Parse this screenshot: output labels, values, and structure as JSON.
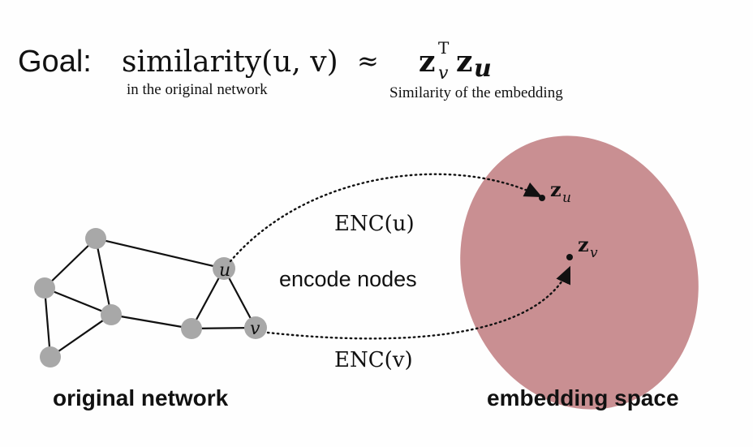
{
  "goal": {
    "label": "Goal:",
    "similarity_fn": "similarity(u, v)",
    "approx": "≈",
    "rhs_z": "z",
    "rhs_v_sub": "v",
    "rhs_T_sup": "T",
    "rhs_z2": "z",
    "rhs_u_sub": "u",
    "caption_left": "in the original network",
    "caption_right": "Similarity of the embedding"
  },
  "graph": {
    "node_u_label": "u",
    "node_v_label": "v"
  },
  "mapping": {
    "enc_u": "ENC(u)",
    "enc_v": "ENC(v)",
    "middle_label": "encode nodes"
  },
  "embedding": {
    "zu_main": "z",
    "zu_sub": "u",
    "zv_main": "z",
    "zv_sub": "v",
    "region_color": "#c98f92"
  },
  "footer": {
    "left": "original network",
    "right": "embedding space"
  },
  "colors": {
    "node_fill": "#a8a8a8",
    "edge": "#111111",
    "text": "#111111"
  }
}
